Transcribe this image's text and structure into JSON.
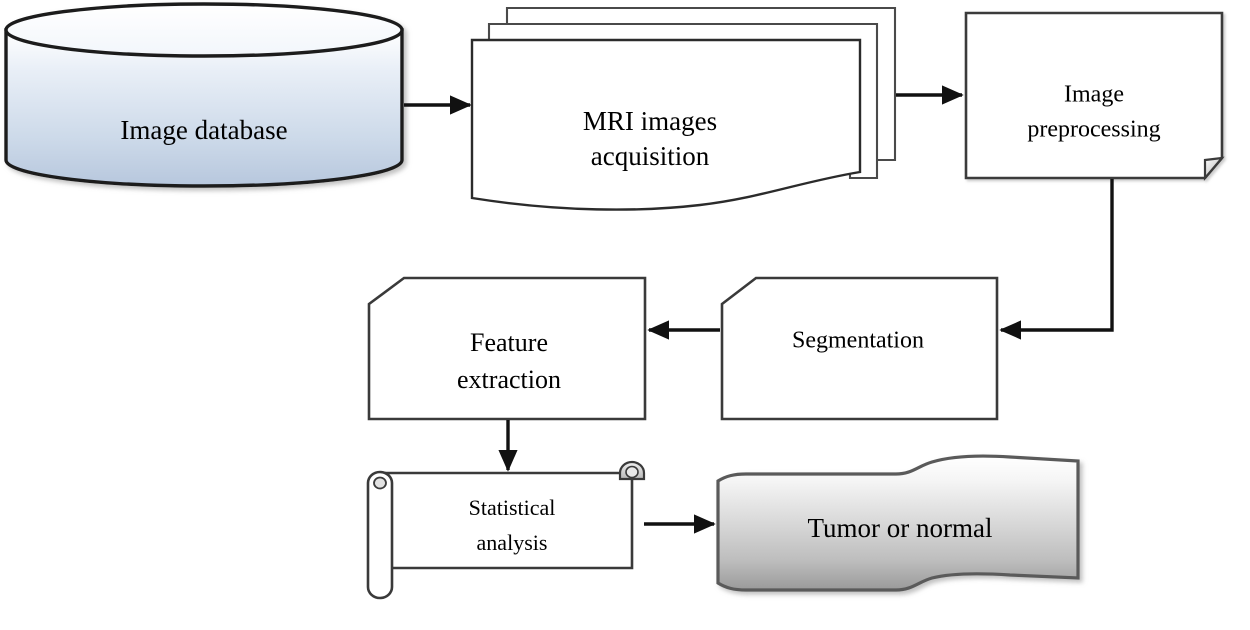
{
  "diagram": {
    "title": "MRI brain tumor detection pipeline flowchart",
    "background_color": "#ffffff",
    "stroke_color": "#222222",
    "text_color": "#000000",
    "nodes": [
      {
        "id": "image-database",
        "label": "Image database",
        "shape": "cylinder-database",
        "fill_top": "#ffffff",
        "fill_bottom": "#b7c7dd"
      },
      {
        "id": "mri-images-acquisition",
        "label_line1": "MRI images",
        "label_line2": "acquisition",
        "shape": "multi-document",
        "fill": "#ffffff"
      },
      {
        "id": "image-preprocessing",
        "label_line1": "Image",
        "label_line2": "preprocessing",
        "shape": "document-folded-corner",
        "fill": "#ffffff"
      },
      {
        "id": "segmentation",
        "label": "Segmentation",
        "shape": "chamfered-card",
        "fill": "#ffffff"
      },
      {
        "id": "feature-extraction",
        "label_line1": "Feature",
        "label_line2": "extraction",
        "shape": "chamfered-card",
        "fill": "#ffffff"
      },
      {
        "id": "statistical-analysis",
        "label_line1": "Statistical",
        "label_line2": "analysis",
        "shape": "scroll",
        "fill": "#ffffff"
      },
      {
        "id": "tumor-or-normal",
        "label": "Tumor or normal",
        "shape": "banner-flag",
        "fill_top": "#ffffff",
        "fill_bottom": "#9a9a9a"
      }
    ],
    "connectors": [
      {
        "id": "db-to-mri",
        "from": "image-database",
        "to": "mri-images-acquisition",
        "direction": "right"
      },
      {
        "id": "mri-to-preprocessing",
        "from": "mri-images-acquisition",
        "to": "image-preprocessing",
        "direction": "right"
      },
      {
        "id": "preprocessing-to-segmentation",
        "from": "image-preprocessing",
        "to": "segmentation",
        "direction": "down-then-left"
      },
      {
        "id": "segmentation-to-feature-extraction",
        "from": "segmentation",
        "to": "feature-extraction",
        "direction": "left"
      },
      {
        "id": "feature-extraction-to-statistical-analysis",
        "from": "feature-extraction",
        "to": "statistical-analysis",
        "direction": "down"
      },
      {
        "id": "statistical-analysis-to-output",
        "from": "statistical-analysis",
        "to": "tumor-or-normal",
        "direction": "right"
      }
    ]
  }
}
